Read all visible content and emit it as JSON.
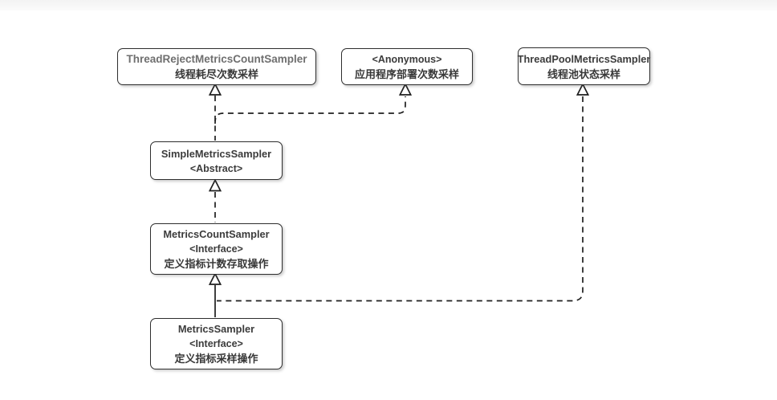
{
  "diagram": {
    "kind": "uml-class-inheritance-diagram",
    "nodes": {
      "thread_reject": {
        "title": "ThreadRejectMetricsCountSampler",
        "subtitle": "线程耗尽次数采样"
      },
      "anonymous": {
        "title": "<Anonymous>",
        "subtitle": "应用程序部署次数采样"
      },
      "thread_pool": {
        "title": "ThreadPoolMetricsSampler",
        "subtitle": "线程池状态采样"
      },
      "simple": {
        "title": "SimpleMetricsSampler",
        "subtitle": "<Abstract>"
      },
      "metrics_count": {
        "title": "MetricsCountSampler",
        "subtitle": "<Interface>",
        "note": "定义指标计数存取操作"
      },
      "metrics_sampler": {
        "title": "MetricsSampler",
        "subtitle": "<Interface>",
        "note": "定义指标采样操作"
      }
    },
    "edges": [
      {
        "from": "SimpleMetricsSampler",
        "to": "ThreadRejectMetricsCountSampler",
        "line": "dashed",
        "arrowhead": "hollow-triangle"
      },
      {
        "from": "SimpleMetricsSampler",
        "to": "<Anonymous>",
        "line": "dashed",
        "arrowhead": "hollow-triangle"
      },
      {
        "from": "MetricsCountSampler",
        "to": "SimpleMetricsSampler",
        "line": "dashed",
        "arrowhead": "hollow-triangle"
      },
      {
        "from": "MetricsSampler",
        "to": "MetricsCountSampler",
        "line": "solid",
        "arrowhead": "hollow-triangle"
      },
      {
        "from": "MetricsSampler",
        "to": "ThreadPoolMetricsSampler",
        "line": "dashed",
        "arrowhead": "hollow-triangle"
      }
    ],
    "colors": {
      "background": "#ffffff",
      "node_border": "#2e2e2e",
      "title_text": "#3c3c3c",
      "muted_title_text": "#6f6f6f",
      "connector": "#1f1f1f",
      "top_strip": "#f3f3f3"
    }
  }
}
